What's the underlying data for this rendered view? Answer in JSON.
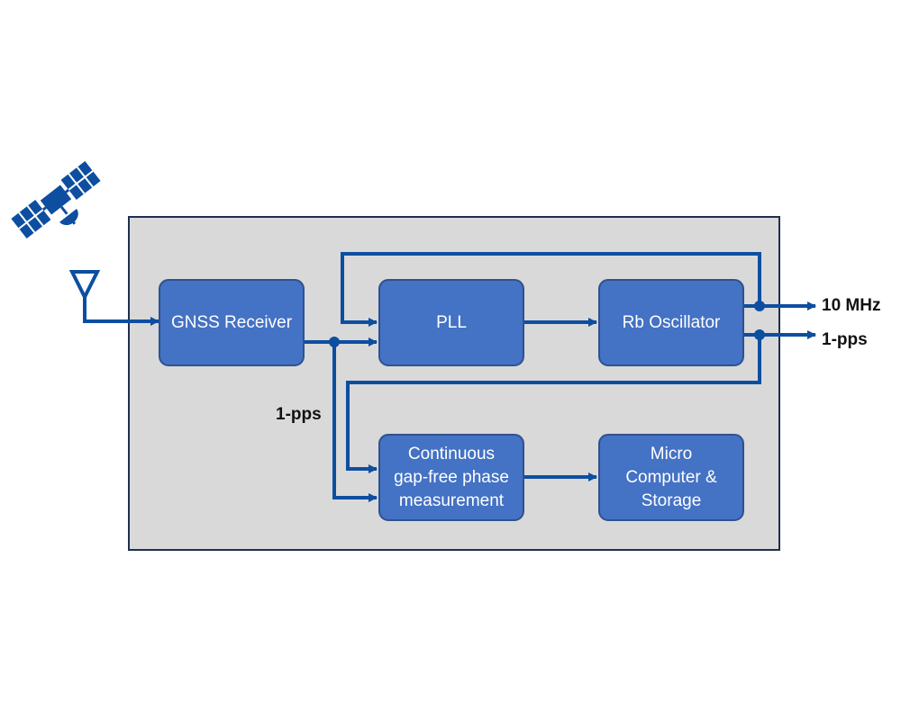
{
  "blocks": {
    "gnss_receiver": "GNSS Receiver",
    "pll": "PLL",
    "rb_oscillator": "Rb Oscillator",
    "phase_measurement": [
      "Continuous",
      "gap-free phase",
      "measurement"
    ],
    "micro_computer": [
      "Micro",
      "Computer &",
      "Storage"
    ]
  },
  "outputs": {
    "ten_mhz": "10 MHz",
    "one_pps": "1-pps"
  },
  "signal_labels": {
    "gnss_pps": "1-pps"
  },
  "icons": {
    "satellite": "satellite-icon",
    "antenna": "antenna-icon"
  },
  "colors": {
    "block_fill": "#4472c4",
    "line": "#0d4ea0",
    "frame_fill": "#d9d9d9"
  }
}
